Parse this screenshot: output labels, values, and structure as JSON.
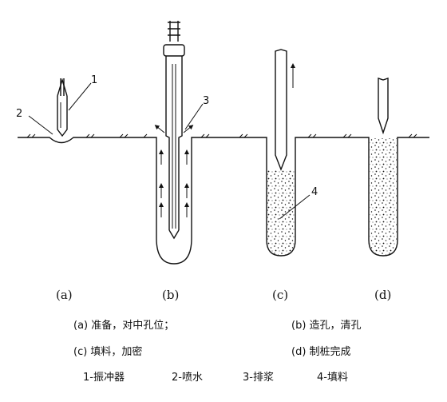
{
  "panels": {
    "a": {
      "caption": "(a)"
    },
    "b": {
      "caption": "(b)"
    },
    "c": {
      "caption": "(c)"
    },
    "d": {
      "caption": "(d)"
    }
  },
  "callouts": {
    "n1": "1",
    "n2": "2",
    "n3": "3",
    "n4": "4"
  },
  "descriptions": {
    "a": "(a) 准备，对中孔位；",
    "b": "(b) 造孔，清孔",
    "c": "(c) 填料，加密",
    "d": "(d) 制桩完成"
  },
  "legend": {
    "item1": "1-振冲器",
    "item2": "2-喷水",
    "item3": "3-排浆",
    "item4": "4-填料"
  },
  "colors": {
    "ink": "#111111",
    "background": "#ffffff"
  },
  "icons": [
    "vibroflot-head",
    "hose-connector",
    "up-arrow"
  ]
}
